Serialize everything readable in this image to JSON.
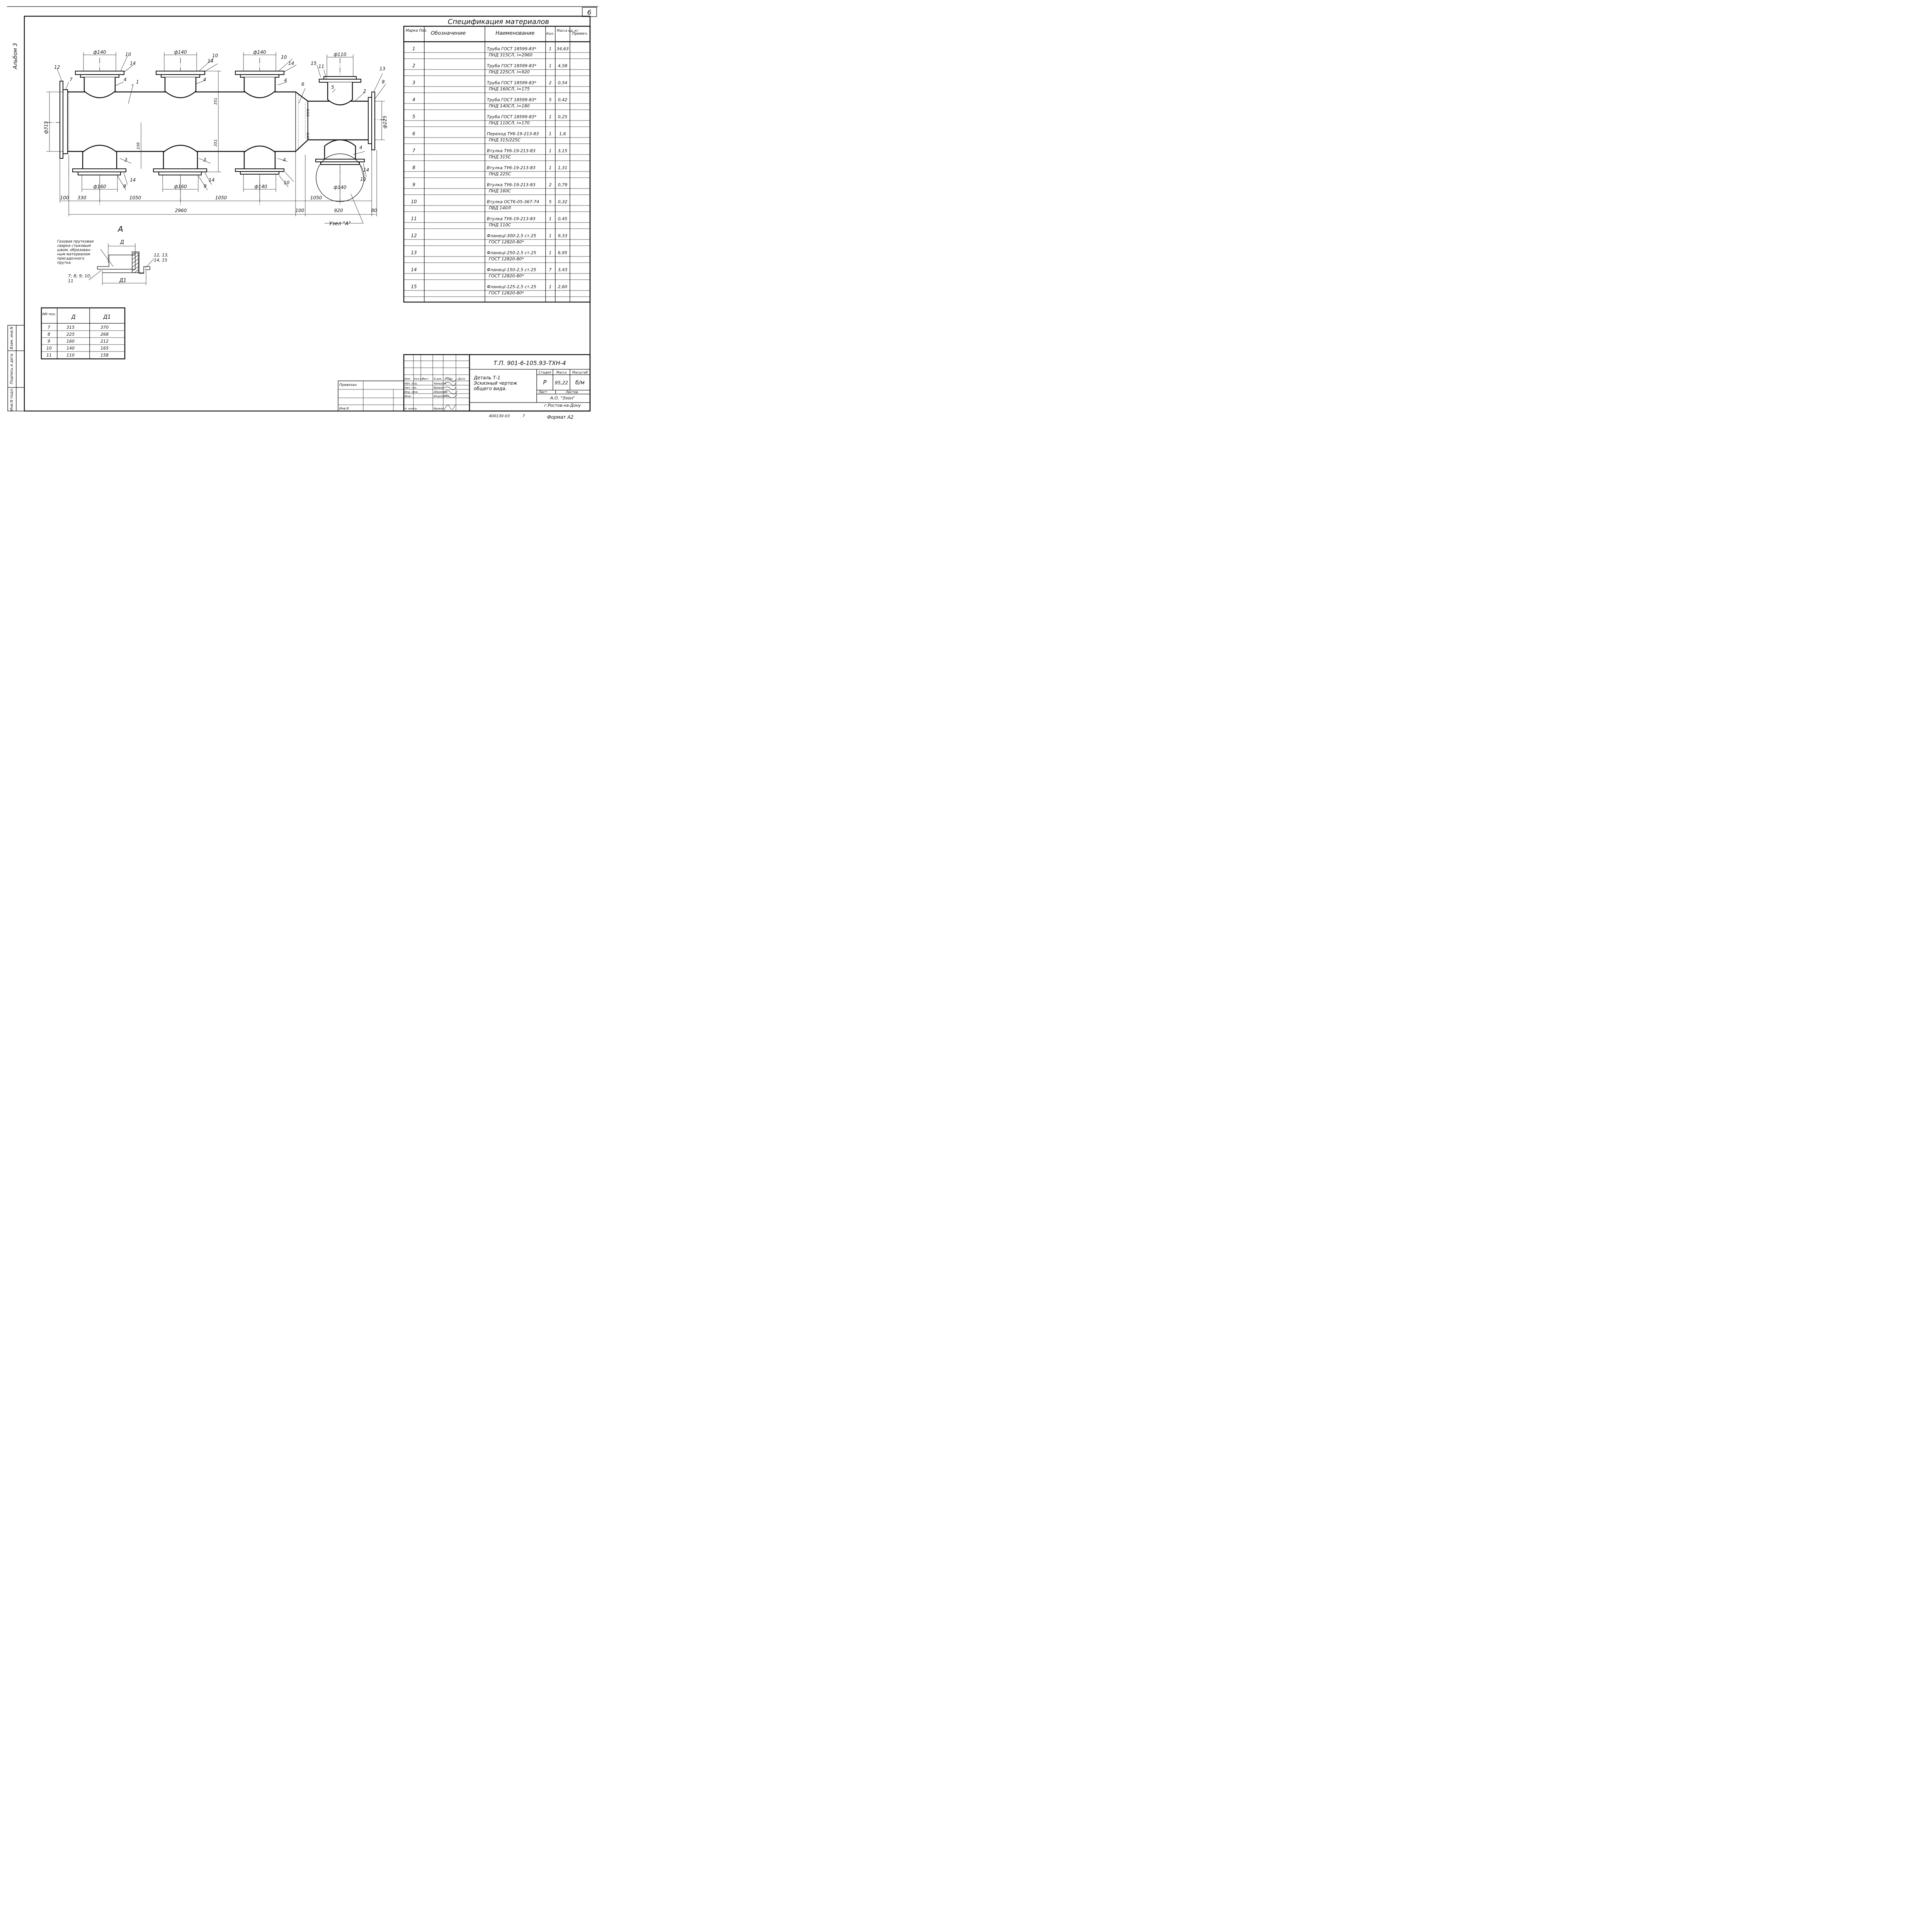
{
  "sheet": {
    "sheet_number": "6",
    "album": "Альбом 3"
  },
  "drawing": {
    "diameters_top": [
      "ф140",
      "ф140",
      "ф140",
      "ф110"
    ],
    "diameters_bottom": [
      "ф160",
      "ф160",
      "ф140",
      "ф140"
    ],
    "main_diameter": "ф315",
    "right_diameter": "ф225",
    "vertical_dims": [
      "351",
      "351",
      "338",
      "310",
      "308"
    ],
    "transition_dims": [
      "9'2'8",
      "30'8"
    ],
    "horizontal_dims": [
      "100",
      "330",
      "1050",
      "1050",
      "1050",
      "2960",
      "100",
      "920",
      "80"
    ],
    "position_labels": [
      "1",
      "2",
      "3",
      "3",
      "4",
      "4",
      "4",
      "4",
      "4",
      "5",
      "6",
      "7",
      "8",
      "9",
      "9",
      "10",
      "10",
      "10",
      "10",
      "10",
      "11",
      "12",
      "13",
      "14",
      "14",
      "14",
      "14",
      "14",
      "14",
      "15"
    ],
    "node_label": "Узел \"А\"",
    "node_ref": "ф140"
  },
  "detail_a": {
    "title": "А",
    "dim_top": "Д",
    "dim_bottom": "Д1",
    "weld_note": [
      "Газовая прутковая",
      "сварка стыковым",
      "швом, образован-",
      "ным материалом",
      "присадочного",
      "прутка"
    ],
    "ref_right": [
      "12, 13,",
      "14, 15"
    ],
    "ref_left": [
      "7; 8; 9; 10;",
      "11"
    ]
  },
  "dim_table": {
    "headers": [
      "NN поз.",
      "Д",
      "Д1"
    ],
    "rows": [
      [
        "7",
        "315",
        "370"
      ],
      [
        "8",
        "225",
        "268"
      ],
      [
        "9",
        "160",
        "212"
      ],
      [
        "10",
        "140",
        "165"
      ],
      [
        "11",
        "110",
        "158"
      ]
    ]
  },
  "spec": {
    "title": "Спецификация материалов",
    "headers": [
      "Марка Поз.",
      "Обозначение",
      "Наименование",
      "Кол.",
      "Масса ед.,кг",
      "Примеч."
    ],
    "rows": [
      {
        "pos": "1",
        "name1": "Труба ГОСТ 18599-83*",
        "name2": "ПНД 315СЛ, l=2960",
        "qty": "1",
        "mass": "34,63"
      },
      {
        "pos": "2",
        "name1": "Труба ГОСТ 18599-83*",
        "name2": "ПНД 225СЛ, l=920",
        "qty": "1",
        "mass": "4,58"
      },
      {
        "pos": "3",
        "name1": "Труба ГОСТ 18599-83*",
        "name2": "ПНД 160СЛ, l=175",
        "qty": "2",
        "mass": "0,54"
      },
      {
        "pos": "4",
        "name1": "Труба ГОСТ 18599-83*",
        "name2": "ПНД 140СЛ, l=180",
        "qty": "5",
        "mass": "0,42"
      },
      {
        "pos": "5",
        "name1": "Труба ГОСТ 18599-83*",
        "name2": "ПНД 110СЛ, l=170",
        "qty": "1",
        "mass": "0,25"
      },
      {
        "pos": "6",
        "name1": "Переход ТУ6-19-213-83",
        "name2": "ПНД 315/225С",
        "qty": "1",
        "mass": "1,6"
      },
      {
        "pos": "7",
        "name1": "Втулка ТУ6-19-213-83",
        "name2": "ПНД 315С",
        "qty": "1",
        "mass": "3,15"
      },
      {
        "pos": "8",
        "name1": "Втулка ТУ6-19-213-83",
        "name2": "ПНД 225С",
        "qty": "1",
        "mass": "1,31"
      },
      {
        "pos": "9",
        "name1": "Втулка ТУ6-19-213-83",
        "name2": "ПНД 160С",
        "qty": "2",
        "mass": "0,79"
      },
      {
        "pos": "10",
        "name1": "Втулка ОСТ6-05-367-74",
        "name2": "ПВД 140Л",
        "qty": "5",
        "mass": "0,32"
      },
      {
        "pos": "11",
        "name1": "Втулка ТУ6-19-213-83",
        "name2": "ПНД 110С",
        "qty": "1",
        "mass": "0,45"
      },
      {
        "pos": "12",
        "name1": "ФланецI-300-2,5 ст.25",
        "name2": "ГОСТ 12820-80*",
        "qty": "1",
        "mass": "9,33"
      },
      {
        "pos": "13",
        "name1": "ФланецI-250-2,5 ст.25",
        "name2": "ГОСТ 12820-80*",
        "qty": "1",
        "mass": "6,95"
      },
      {
        "pos": "14",
        "name1": "ФланецI-150-2,5 ст.25",
        "name2": "ГОСТ 12820-80*",
        "qty": "7",
        "mass": "3,43"
      },
      {
        "pos": "15",
        "name1": "ФланецI-125-2,5 ст.25",
        "name2": "ГОСТ 12820-80*",
        "qty": "1",
        "mass": "2,60"
      }
    ]
  },
  "titleblock": {
    "code": "Т.П. 901-6-105.93-ТХН-4",
    "desc": [
      "Деталь Т-1",
      "Эскизный чертеж",
      "общего вида."
    ],
    "stage_h": "Стадия",
    "mass_h": "Масса",
    "scale_h": "Масштаб",
    "stage": "Р",
    "mass": "95,22",
    "scale": "б/м",
    "sheet_h": "Лист",
    "sheets_h": "Листов",
    "org1": "А.О. \"Эзон\"",
    "org2": "г.Ростов-на-Дону",
    "head": [
      "Изм.",
      "Кол.уч.",
      "Лист",
      "N док.",
      "Подп.",
      "Дата"
    ],
    "roles": [
      "Нач. отд.",
      "Нач. сек.",
      "Вед. инж.",
      "Инж.",
      "",
      "Н. контр."
    ],
    "names": [
      "Чальшев",
      "Яровой",
      "Абрамова",
      "Федосенко",
      "",
      "Яровой"
    ],
    "tied": "Привязан",
    "inv": "Инв.N",
    "format": "Формат А2",
    "stamp_code": "400130-03",
    "stamp_num": "7"
  },
  "margin_labels": [
    "Инв.N подл.",
    "Подпись и дата",
    "Взам. инв.N"
  ]
}
